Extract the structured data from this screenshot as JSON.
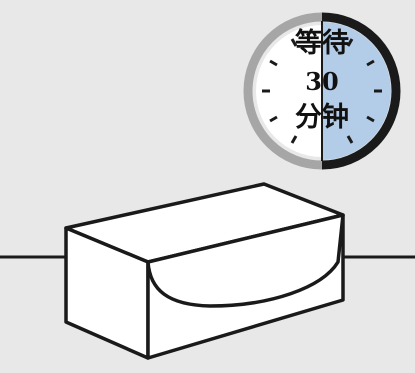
{
  "colors": {
    "background": "#e8e8e8",
    "outline": "#1a1a1a",
    "elapsed_fill": "#b3cde8",
    "remaining_ring": "#a6a6a6",
    "box_fill": "#ffffff"
  },
  "timer": {
    "line1": "等待",
    "line2": "30",
    "line3": "分钟",
    "elapsed_fraction": 0.5
  },
  "icons": {
    "timer": "stopwatch-icon",
    "box": "inline-box-icon"
  }
}
